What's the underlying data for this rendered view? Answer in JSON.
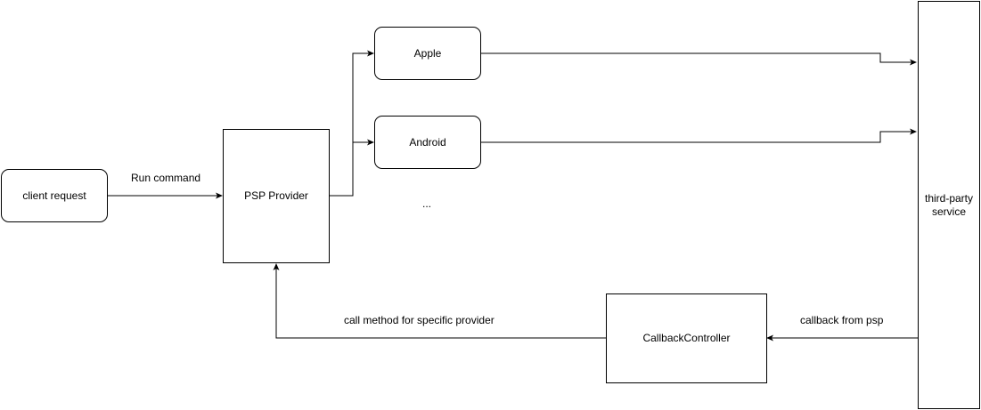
{
  "nodes": {
    "client_request": "client request",
    "psp_provider": "PSP Provider",
    "apple": "Apple",
    "android": "Android",
    "more": "...",
    "callback_controller": "CallbackController",
    "third_party_line1": "third-party",
    "third_party_line2": "service"
  },
  "edges": {
    "run_command": "Run command",
    "call_method": "call method for specific provider",
    "callback_from_psp": "callback from psp"
  }
}
